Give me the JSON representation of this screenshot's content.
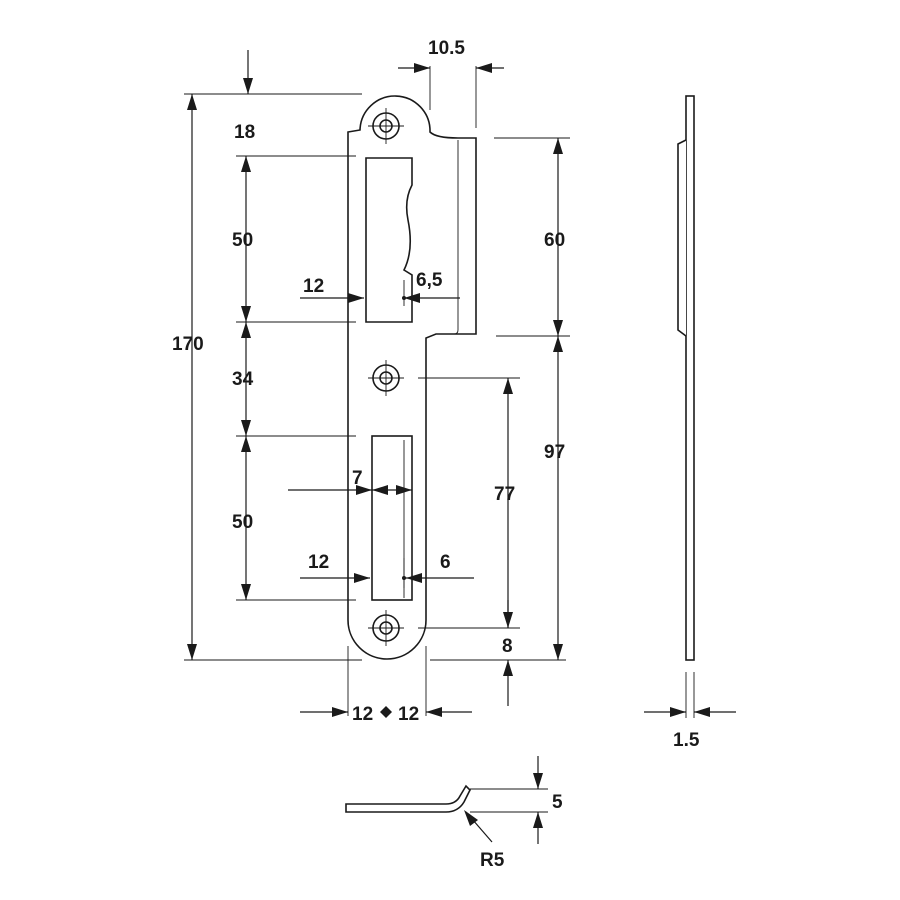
{
  "dimensions": {
    "top_offset": "18",
    "total_length": "170",
    "upper_slot_length": "50",
    "slot_gap": "34",
    "lower_slot_length": "50",
    "upper_slot_inset": "12",
    "upper_slot_depth": "6,5",
    "lower_slot_width": "7",
    "lower_slot_inset": "12",
    "lower_slot_depth": "6",
    "lip_width": "10.5",
    "lip_length": "60",
    "lower_length": "97",
    "hole_spacing": "77",
    "bottom_hole_offset": "8",
    "half_width_left": "12",
    "half_width_right": "12",
    "thickness": "1.5",
    "bend_height": "5",
    "bend_radius": "R5"
  }
}
